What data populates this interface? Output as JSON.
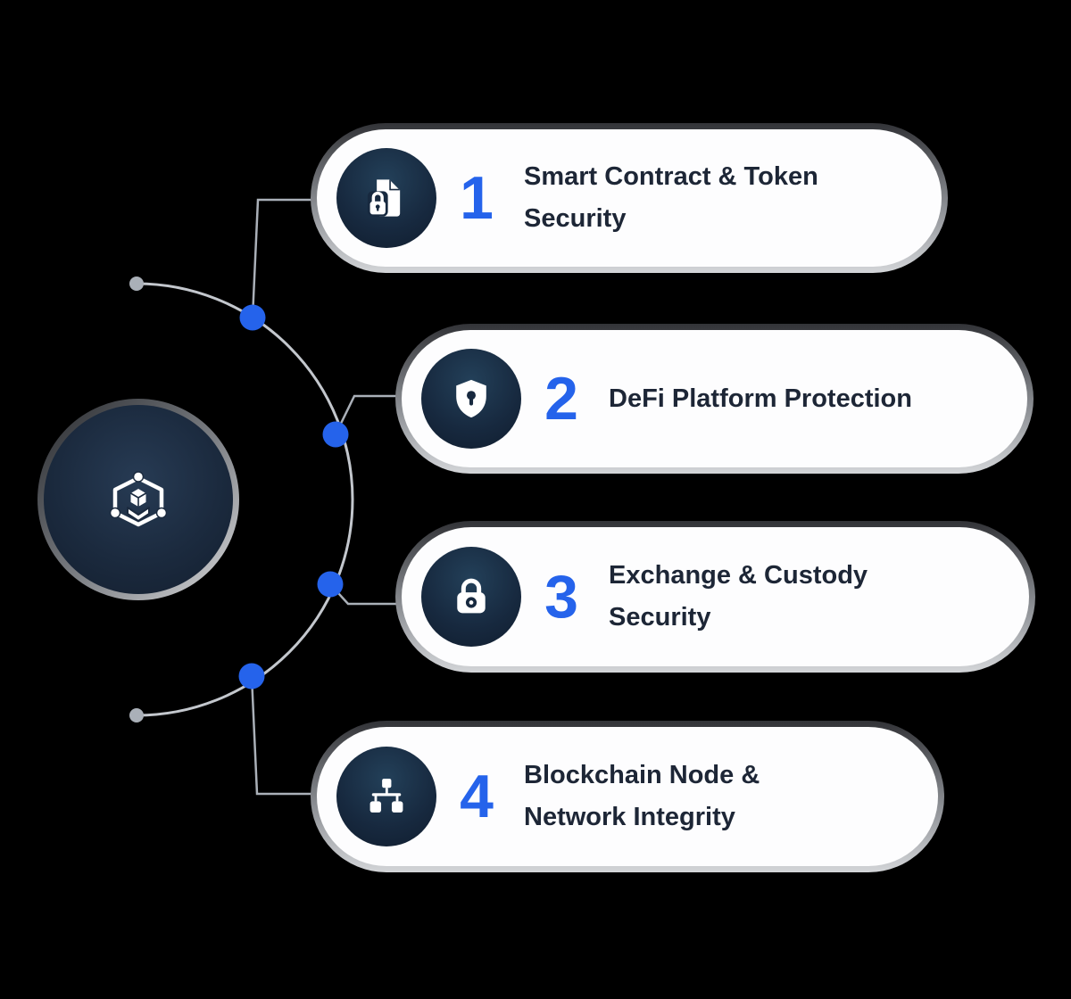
{
  "diagram": {
    "theme": "crypto-security-infographic",
    "background": "#000000",
    "colors": {
      "accent_blue": "#2563eb",
      "icon_circle_navy": "#17293f",
      "title_text": "#1d2636",
      "card_background": "#fdfdfe",
      "connector_gray": "#aab0b8",
      "arc_gray": "#c3c7cd"
    },
    "center_node": {
      "icon": "blockchain-network-icon"
    },
    "steps": [
      {
        "number": "1",
        "title": "Smart Contract & Token Security",
        "icon": "document-lock-icon"
      },
      {
        "number": "2",
        "title": "DeFi Platform Protection",
        "icon": "shield-keyhole-icon"
      },
      {
        "number": "3",
        "title": "Exchange & Custody Security",
        "icon": "padlock-icon"
      },
      {
        "number": "4",
        "title": "Blockchain Node & Network Integrity",
        "icon": "sitemap-icon"
      }
    ]
  }
}
